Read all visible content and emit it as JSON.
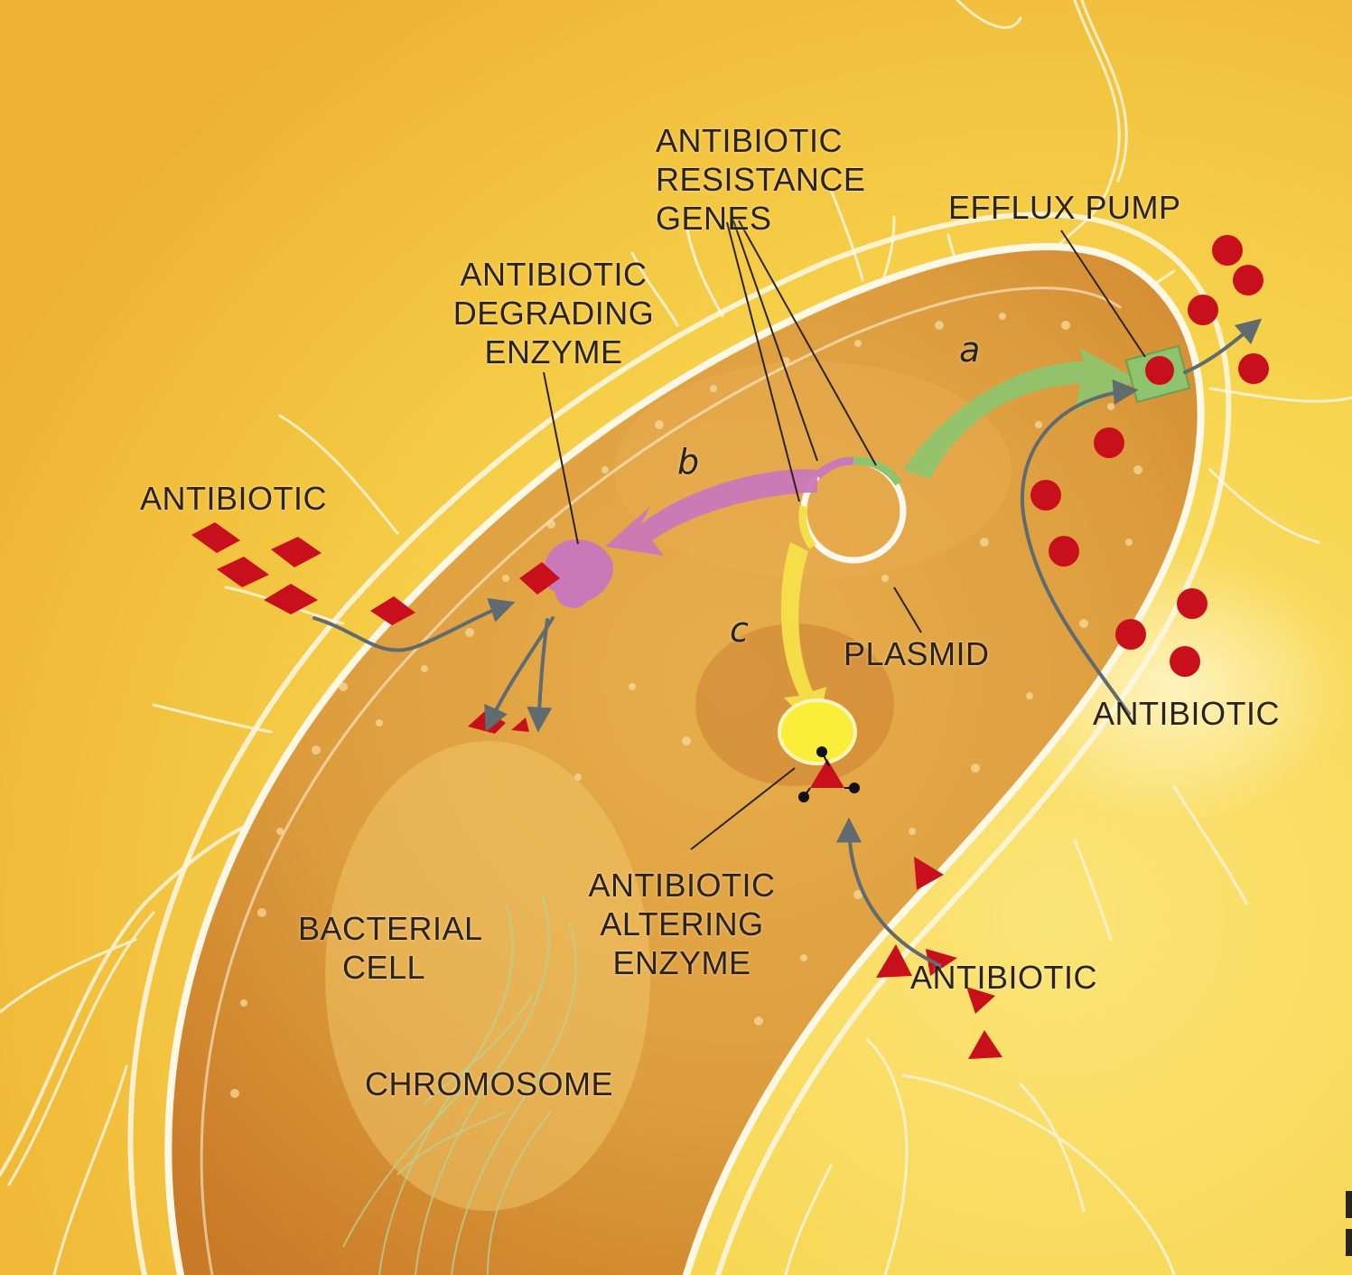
{
  "labels": {
    "antibiotic_resistance_genes": [
      "ANTIBIOTIC",
      "RESISTANCE",
      "GENES"
    ],
    "efflux_pump": "EFFLUX PUMP",
    "antibiotic_degrading_enzyme": [
      "ANTIBIOTIC",
      "DEGRADING",
      "ENZYME"
    ],
    "antibiotic_left": "ANTIBIOTIC",
    "antibiotic_right": "ANTIBIOTIC",
    "antibiotic_bottom": "ANTIBIOTIC",
    "plasmid": "PLASMID",
    "antibiotic_altering_enzyme": [
      "ANTIBIOTIC",
      "ALTERING",
      "ENZYME"
    ],
    "bacterial_cell": [
      "BACTERIAL",
      "CELL"
    ],
    "chromosome": "CHROMOSOME",
    "pathway_a": "a",
    "pathway_b": "b",
    "pathway_c": "c"
  },
  "colors": {
    "background": "#f6d24a",
    "cytoplasm": "#d99a3a",
    "membrane": "#fff7e6",
    "pathway_a": "#8fc46e",
    "pathway_b": "#c978b8",
    "pathway_c": "#f5e04a",
    "antibiotic_red": "#c8101c",
    "arrow_gray": "#5f6b6f"
  }
}
